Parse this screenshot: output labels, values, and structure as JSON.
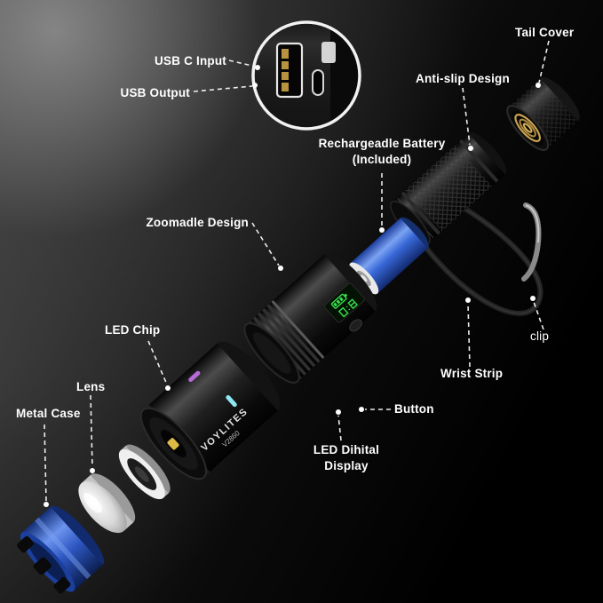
{
  "labels": {
    "usb_c_input": "USB C Input",
    "usb_output": "USB Output",
    "tail_cover": "Tail Cover",
    "anti_slip": "Anti-slip Design",
    "battery_line1": "Rechargeadle Battery",
    "battery_line2": "(Included)",
    "zoomable": "Zoomadle Design",
    "led_chip": "LED Chip",
    "lens": "Lens",
    "metal_case": "Metal Case",
    "clip": "clip",
    "wrist_strip": "Wrist Strip",
    "button": "Button",
    "led_display_line1": "LED Dihital",
    "led_display_line2": "Display"
  },
  "product": {
    "brand": "VOYLITES",
    "model": "V2860"
  },
  "colors": {
    "background": "#000000",
    "label_text": "#ffffff",
    "battery_blue": "#3767d6",
    "case_blue": "#2c55bf",
    "spring_gold": "#c9a14e",
    "usb_gold": "#b8933f",
    "display_green": "#35e04a",
    "accent_purple": "#b66ad8",
    "accent_cyan": "#8ee8f2"
  }
}
